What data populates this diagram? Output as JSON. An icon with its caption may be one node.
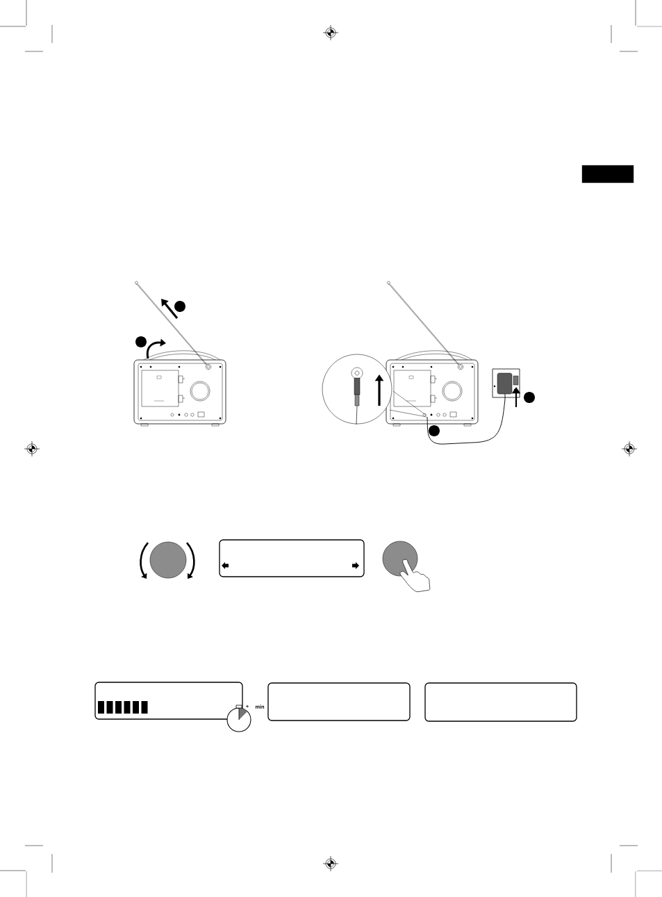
{
  "diagram": {
    "nodes": [
      {
        "text": [],
        "shape": "box"
      },
      {
        "text": [],
        "shape": "box"
      },
      {
        "text": [],
        "shape": "box"
      },
      {
        "text": [],
        "shape": "box"
      },
      {
        "text": [],
        "shape": "box"
      }
    ],
    "labels": [
      "+",
      "min"
    ]
  }
}
